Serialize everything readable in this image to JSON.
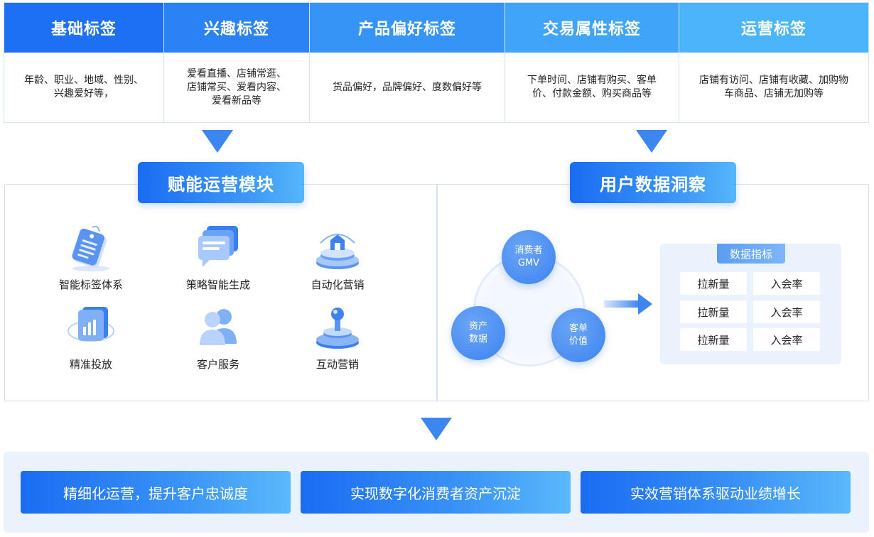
{
  "tags": [
    {
      "head": "基础标签",
      "body": "年龄、职业、地域、性别、兴趣爱好等，"
    },
    {
      "head": "兴趣标签",
      "body": "爱看直播、店铺常逛、店铺常买、爱看内容、爱看新品等"
    },
    {
      "head": "产品偏好标签",
      "body": "货品偏好，品牌偏好、度数偏好等"
    },
    {
      "head": "交易属性标签",
      "body": "下单时间、店铺有购买、客单价、付款金额、购买商品等"
    },
    {
      "head": "运营标签",
      "body": "店铺有访问、店铺有收藏、加购物车商品、店铺无加购等"
    }
  ],
  "left_panel": {
    "title": "赋能运营模块",
    "modules": [
      {
        "label": "智能标签体系",
        "icon": "tag-icon"
      },
      {
        "label": "策略智能生成",
        "icon": "chat-cards-icon"
      },
      {
        "label": "自动化营销",
        "icon": "house-platform-icon"
      },
      {
        "label": "精准投放",
        "icon": "bar-chart-card-icon"
      },
      {
        "label": "客户服务",
        "icon": "users-icon"
      },
      {
        "label": "互动营销",
        "icon": "orb-podium-icon"
      }
    ]
  },
  "right_panel": {
    "title": "用户数据洞察",
    "nodes": [
      "消费者\nGMV",
      "资产\n数据",
      "客单\n价值"
    ],
    "metrics_title": "数据指标",
    "metrics": [
      [
        "拉新量",
        "入会率"
      ],
      [
        "拉新量",
        "入会率"
      ],
      [
        "拉新量",
        "入会率"
      ]
    ]
  },
  "outcomes": [
    "精细化运营，提升客户忠诚度",
    "实现数字化消费者资产沉淀",
    "实效营销体系驱动业绩增长"
  ],
  "colors": {
    "primary": "#1a6cf2",
    "accent": "#3b86ef",
    "light_bg": "#eaf3fd",
    "header_gradient": [
      "#1d6ff3",
      "#2f8af5",
      "#3fa3f8",
      "#46b0fa",
      "#4fbcfb"
    ]
  }
}
